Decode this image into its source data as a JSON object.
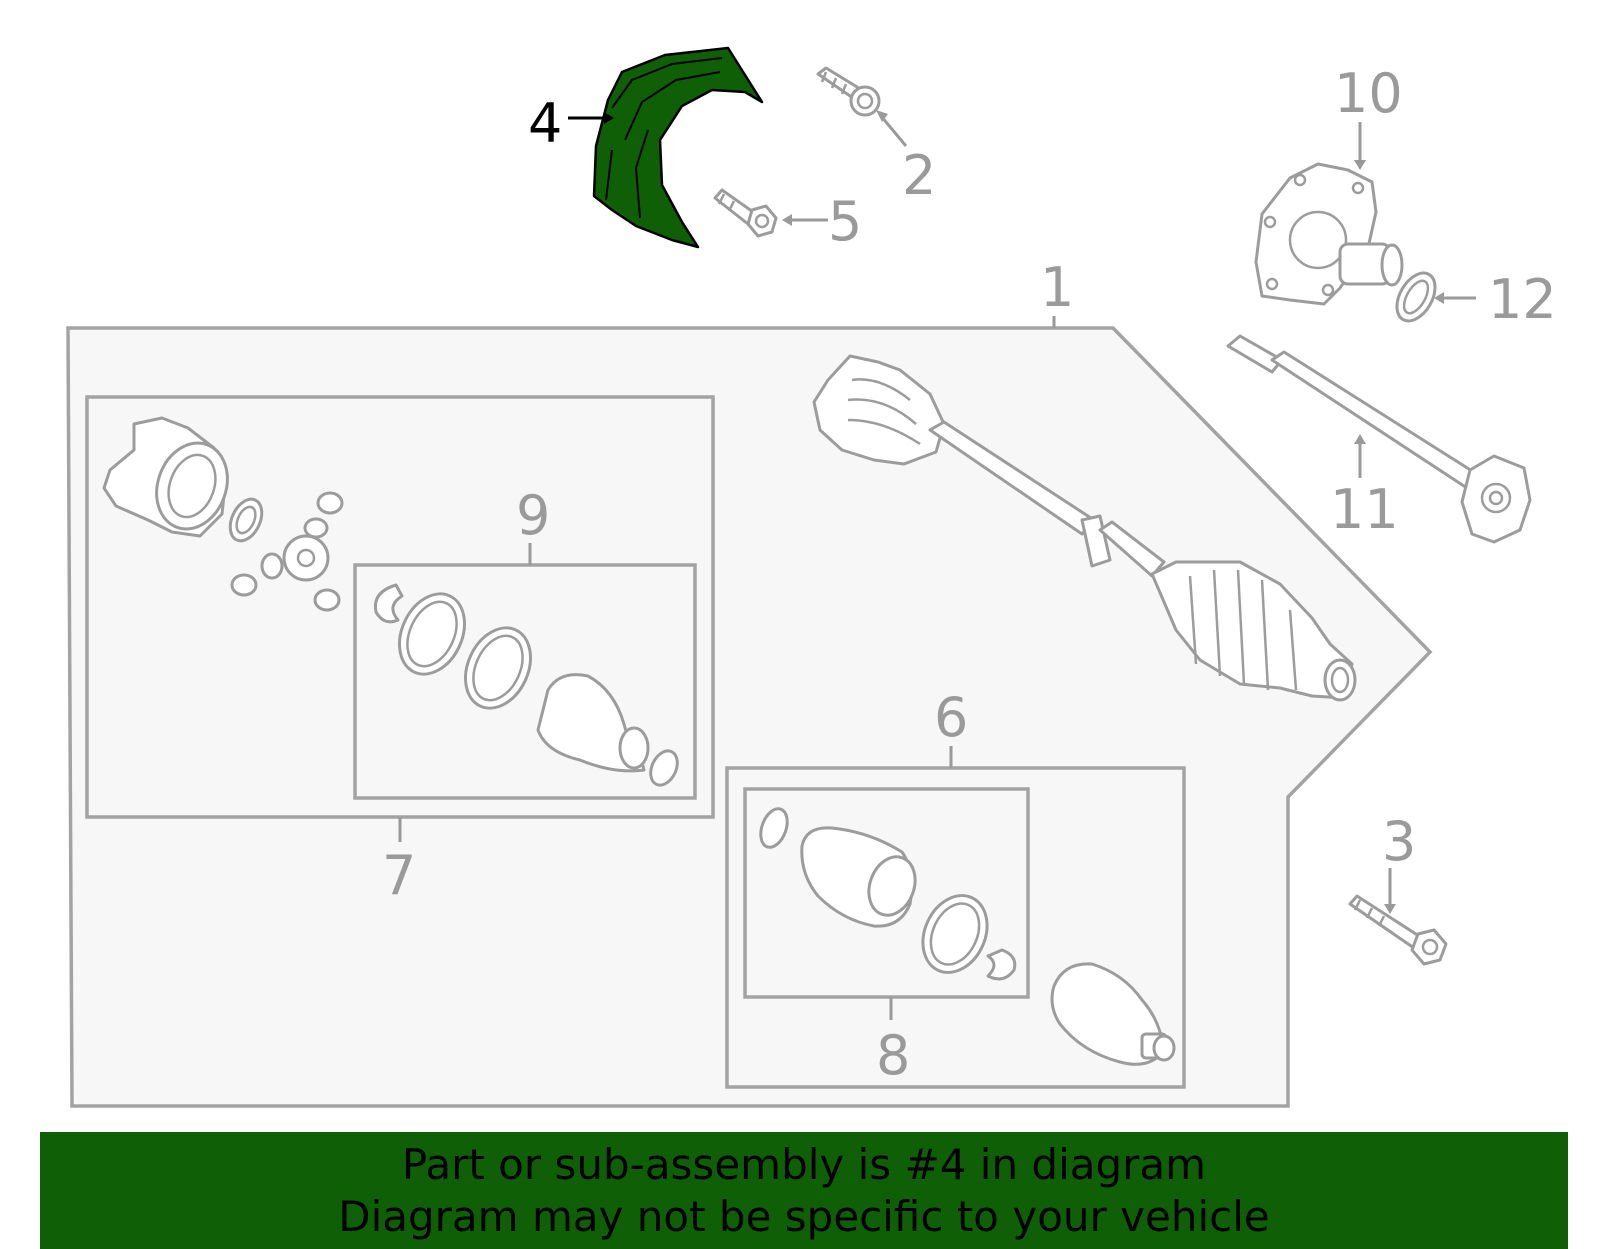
{
  "diagram": {
    "highlight_color": "#0f5f06",
    "callouts": [
      {
        "id": "1",
        "label": "1"
      },
      {
        "id": "2",
        "label": "2"
      },
      {
        "id": "3",
        "label": "3"
      },
      {
        "id": "4",
        "label": "4"
      },
      {
        "id": "5",
        "label": "5"
      },
      {
        "id": "6",
        "label": "6"
      },
      {
        "id": "7",
        "label": "7"
      },
      {
        "id": "8",
        "label": "8"
      },
      {
        "id": "9",
        "label": "9"
      },
      {
        "id": "10",
        "label": "10"
      },
      {
        "id": "11",
        "label": "11"
      },
      {
        "id": "12",
        "label": "12"
      }
    ],
    "highlighted_part": "4"
  },
  "banner": {
    "background": "#0f5f06",
    "line1": "Part or sub-assembly is #4 in diagram",
    "line2": "Diagram may not be specific to your vehicle"
  }
}
